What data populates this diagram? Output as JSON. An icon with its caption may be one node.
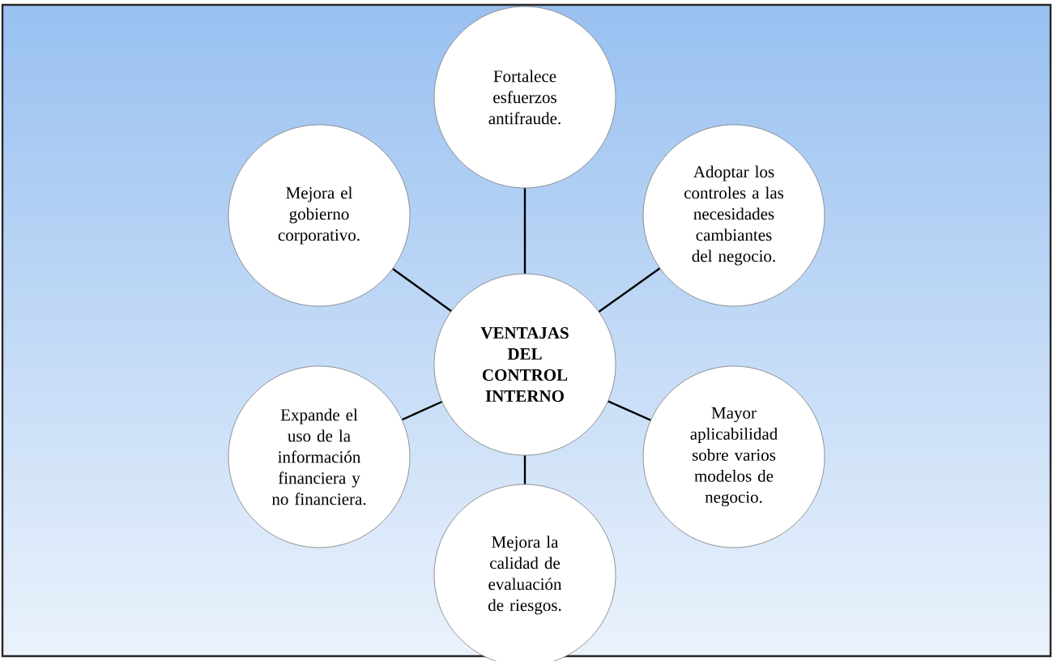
{
  "diagram": {
    "nodes": [
      {
        "text": [
          "VENTAJAS DEL CONTROL INTERNO"
        ]
      },
      {
        "text": [
          "Fortalece esfuerzos antifraude."
        ]
      },
      {
        "text": [
          "Adoptar los controles a las necesidades cambiantes del negocio."
        ]
      },
      {
        "text": [
          "Mayor aplicabilidad sobre varios modelos de negocio."
        ]
      },
      {
        "text": [
          "Mejora la calidad de evaluación de riesgos."
        ]
      },
      {
        "text": [
          "Expande el uso de la información financiera y no financiera."
        ]
      },
      {
        "text": [
          "Mejora el gobierno corporativo."
        ]
      }
    ],
    "edges": [
      {
        "from": 0,
        "to": 1,
        "arrow": "none"
      },
      {
        "from": 0,
        "to": 2,
        "arrow": "none"
      },
      {
        "from": 0,
        "to": 3,
        "arrow": "none"
      },
      {
        "from": 0,
        "to": 4,
        "arrow": "none"
      },
      {
        "from": 0,
        "to": 5,
        "arrow": "none"
      },
      {
        "from": 0,
        "to": 6,
        "arrow": "none"
      }
    ]
  }
}
